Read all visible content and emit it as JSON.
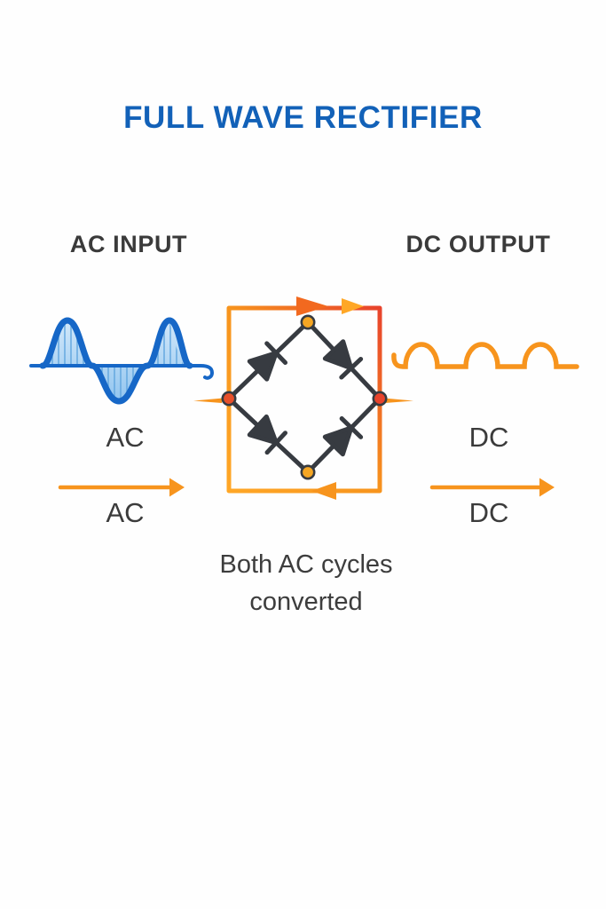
{
  "title": "FULL WAVE RECTIFIER",
  "sections": {
    "input_heading": "AC INPUT",
    "output_heading": "DC OUTPUT"
  },
  "labels": {
    "ac_wave": "AC",
    "ac_flow": "AC",
    "dc_wave": "DC",
    "dc_flow": "DC"
  },
  "caption": {
    "line1": "Both AC cycles",
    "line2": "converted"
  },
  "diagram": {
    "ac_waveform": "sine wave, 2 cycles, positive humps hatched-filled",
    "dc_waveform": "rectified output, 3 positive half-sine humps on baseline",
    "bridge": {
      "type": "diode bridge rectifier",
      "shape": "diamond inside orange square current loop",
      "diode_count": 4,
      "nodes": [
        "top",
        "right",
        "bottom",
        "left"
      ],
      "loop_flow": "clockwise: right along top wire, left along bottom wire"
    }
  },
  "icons": {
    "top_wire_arrow_large": "arrow-right",
    "top_wire_arrow_small": "arrow-right",
    "bottom_wire_arrow": "arrow-left",
    "ac_flow_arrow": "arrow-right",
    "dc_flow_arrow": "arrow-right"
  },
  "colors": {
    "title_blue": "#1261B8",
    "heading_dark": "#3A3A3A",
    "text_dark": "#3B3B3B",
    "caption_dark": "#3D3D3D",
    "wave_blue": "#1667C7",
    "wave_fill_top": "#D2E8FA",
    "wave_fill_bottom": "#92C5EF",
    "hatch_blue": "#5FA5DE",
    "orange": "#F7941D",
    "deep_orange": "#F2691F",
    "amber": "#FFA726",
    "red_orange": "#E8432C",
    "dark": "#373B41",
    "node_orange": "#F5A623",
    "node_red": "#E8502A"
  }
}
